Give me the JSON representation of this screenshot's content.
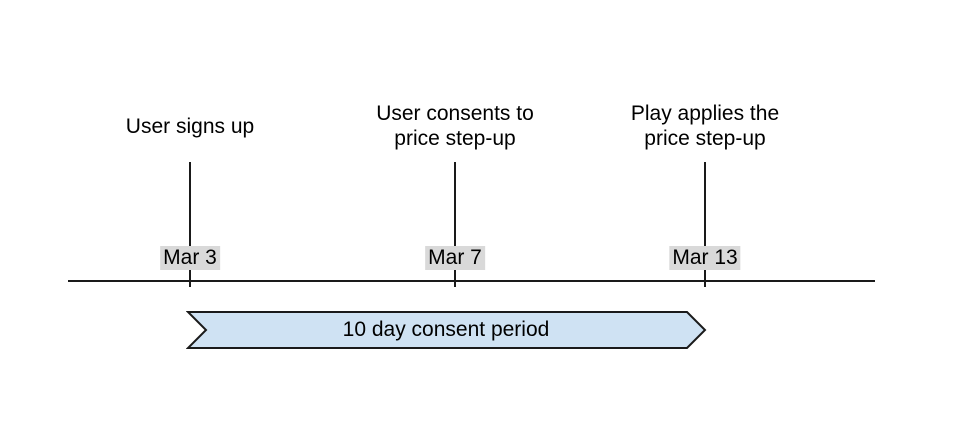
{
  "timeline": {
    "events": [
      {
        "title": "User signs up",
        "date": "Mar 3"
      },
      {
        "title": "User consents to price step-up",
        "date": "Mar 7"
      },
      {
        "title": "Play applies the price step-up",
        "date": "Mar 13"
      }
    ],
    "period": {
      "label": "10 day consent period"
    }
  },
  "colors": {
    "background": "#ffffff",
    "line": "#1a1a1a",
    "date_label_bg": "#d9d9d9",
    "banner_fill": "#cfe2f3",
    "banner_stroke": "#1a1a1a",
    "text": "#000000"
  }
}
